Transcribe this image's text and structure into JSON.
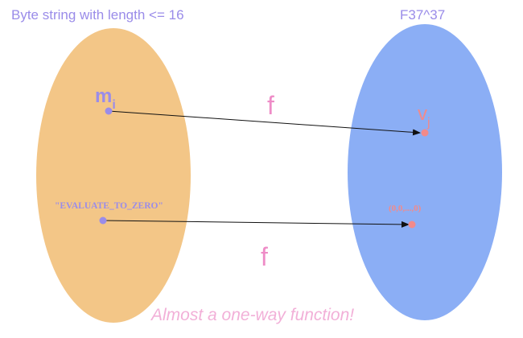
{
  "left_set": {
    "title": "Byte string with length <= 16",
    "color": "#F3C687",
    "title_color": "#9A8CE9"
  },
  "right_set": {
    "title": "F37^37",
    "color": "#8BAEF5",
    "title_color": "#9A8CE9"
  },
  "nodes": {
    "m": {
      "base": "m",
      "sub": "i",
      "color": "#9A8CE9"
    },
    "v": {
      "base": "v",
      "sub": "j",
      "color": "#F28A8A"
    },
    "evaluate": {
      "text": "\"EVALUATE_TO_ZERO\"",
      "color": "#9A8CE9"
    },
    "zero": {
      "text": "(0,0,...,0)",
      "color": "#F28A8A"
    }
  },
  "functions": {
    "f_top": "f",
    "f_bottom": "f",
    "color": "#EE8CC7"
  },
  "caption": {
    "text": "Almost a one-way function!",
    "color": "#F2B0D8"
  },
  "arrow_color": "#111111"
}
